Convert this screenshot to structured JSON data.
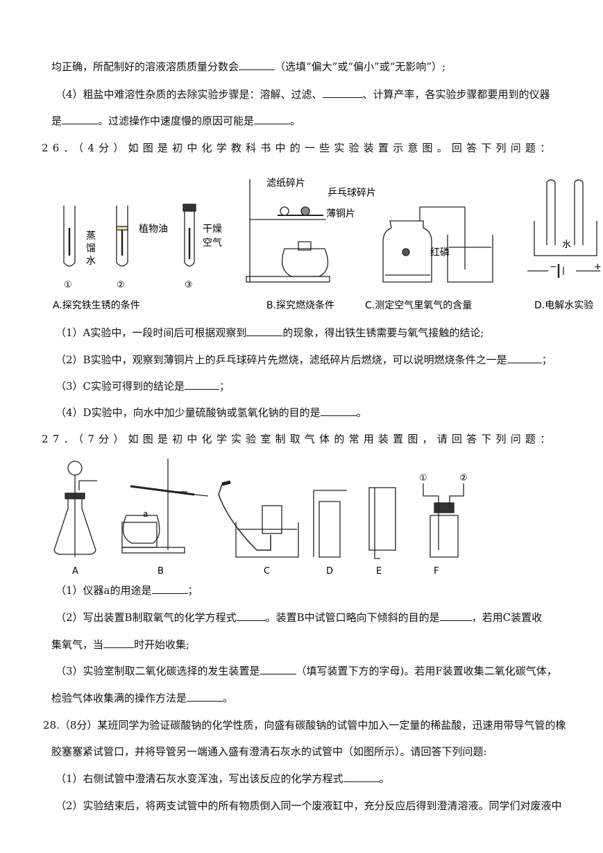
{
  "q25": {
    "line1a": "均正确，所配制好的溶液溶质质量分数会",
    "line1b": "（选填“偏大”或“偏小”或“无影响”）;",
    "line2a": "（4）粗盐中难溶性杂质的去除实验步骤是：溶解、过滤、",
    "line2b": "、计算产率，各实验步骤都要用到的仪器",
    "line3a": "是",
    "line3b": "。过滤操作中速度慢的原因可能是",
    "line3c": "。"
  },
  "q26": {
    "head": "26．（4分）如图是初中化学教科书中的一些实验装置示意图。回答下列问题：",
    "fig": {
      "tube_labels": [
        "①",
        "②",
        "③"
      ],
      "label_water": [
        "蒸",
        "馏",
        "水"
      ],
      "label_oil": "植物油",
      "label_air": [
        "干燥",
        "空气"
      ],
      "label_filter": "滤纸碎片",
      "label_pingpong": "乒乓球碎片",
      "label_copper": "薄铜片",
      "label_phosphorus": "红磷",
      "label_water2": "水",
      "label_minus": "−",
      "label_plus": "+",
      "caption_a": "A.探究铁生锈的条件",
      "caption_b": "B.探究燃烧条件",
      "caption_c": "C.测定空气里氧气的含量",
      "caption_d": "D.电解水实验"
    },
    "s1a": "（1）A实验中，一段时间后可根据观察到",
    "s1b": "的现象，得出铁生锈需要与氧气接触的结论;",
    "s2a": "（2）B实验中，观察到薄铜片上的乒乓球碎片先燃烧，滤纸碎片后燃烧，可以说明燃烧条件之一是",
    "s2b": "；",
    "s3a": "（3）C实验可得到的结论是",
    "s3b": "；",
    "s4a": "（4）D实验中，向水中加少量硫酸钠或氢氧化钠的目的是",
    "s4b": "。"
  },
  "q27": {
    "head": "27．（7分）如图是初中化学实验室制取气体的常用装置图，请回答下列问题：",
    "fig": {
      "labels": [
        "A",
        "B",
        "C",
        "D",
        "E",
        "F"
      ],
      "label_a": "a",
      "port1": "①",
      "port2": "②"
    },
    "s1a": "（1）仪器a的用途是",
    "s1b": "；",
    "s2a": "（2）写出装置B制取氧气的化学方程式",
    "s2b": "。装置B中试管口略向下倾斜的目的是",
    "s2c": "，若用C装置收",
    "s2d": "集氧气，当",
    "s2e": "时开始收集;",
    "s3a": "（3）实验室制取二氧化碳选择的发生装置是",
    "s3b": "（填写装置下方的字母)。若用F装置收集二氧化碳气体，",
    "s3c": "检验气体收集满的操作方法是",
    "s3d": "。"
  },
  "q28": {
    "l1": "28.（8分）某班同学为验证碳酸钠的化学性质，向盛有碳酸钠的试管中加入一定量的稀盐酸，迅速用带导气管的橡",
    "l2": "胶塞塞紧试管口，并将导管另一端通入盛有澄清石灰水的试管中（如图所示）。请回答下列问题:",
    "s1a": "（1）右侧试管中澄清石灰水变浑浊，写出该反应的化学方程式",
    "s1b": "。",
    "s2": "（2）实验结束后，将两支试管中的所有物质倒入同一个废液缸中，充分反应后得到澄清溶液。同学们对废液中"
  }
}
